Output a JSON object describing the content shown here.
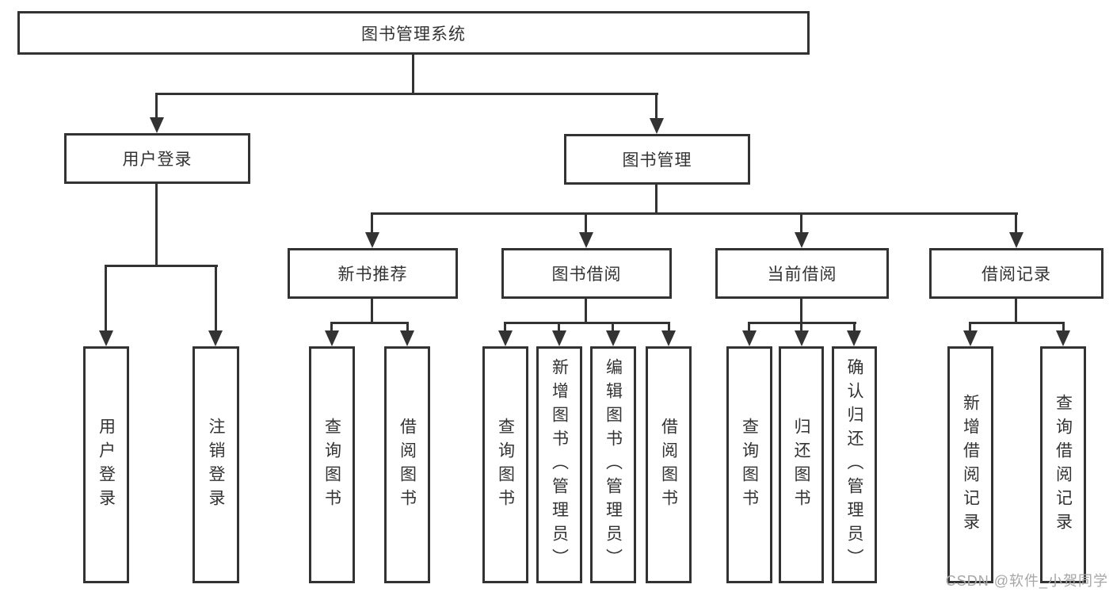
{
  "colors": {
    "line": "#333333",
    "text": "#333333",
    "watermark-color": "#a6a6a6",
    "bg": "#ffffff"
  },
  "watermark": "CSDN @软件_小贺同学",
  "tree": {
    "label": "图书管理系统",
    "children": [
      {
        "label": "用户登录",
        "children": [
          {
            "label": "用户登录"
          },
          {
            "label": "注销登录"
          }
        ]
      },
      {
        "label": "图书管理",
        "children": [
          {
            "label": "新书推荐",
            "children": [
              {
                "label": "查询图书"
              },
              {
                "label": "借阅图书"
              }
            ]
          },
          {
            "label": "图书借阅",
            "children": [
              {
                "label": "查询图书"
              },
              {
                "label": "新增图书（管理员）"
              },
              {
                "label": "编辑图书（管理员）"
              },
              {
                "label": "借阅图书"
              }
            ]
          },
          {
            "label": "当前借阅",
            "children": [
              {
                "label": "查询图书"
              },
              {
                "label": "归还图书"
              },
              {
                "label": "确认归还（管理员）"
              }
            ]
          },
          {
            "label": "借阅记录",
            "children": [
              {
                "label": "新增借阅记录"
              },
              {
                "label": "查询借阅记录"
              }
            ]
          }
        ]
      }
    ]
  }
}
